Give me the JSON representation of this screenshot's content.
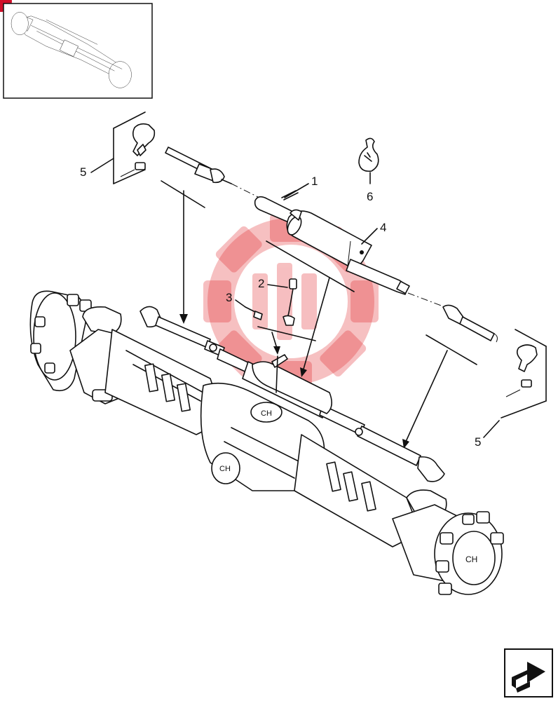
{
  "diagram": {
    "callouts": [
      {
        "id": "1",
        "label": "1"
      },
      {
        "id": "2",
        "label": "2"
      },
      {
        "id": "3",
        "label": "3"
      },
      {
        "id": "4",
        "label": "4"
      },
      {
        "id": "5a",
        "label": "5"
      },
      {
        "id": "5b",
        "label": "5"
      },
      {
        "id": "6",
        "label": "6"
      }
    ]
  },
  "colors": {
    "line": "#111111",
    "watermark": "#e01b22",
    "badge": "#d0102a",
    "background": "#ffffff"
  },
  "icons": {
    "thumbnail": "axle-thumbnail-icon",
    "next_page": "next-page-arrow-icon",
    "watermark": "gear-logo-watermark-icon"
  }
}
